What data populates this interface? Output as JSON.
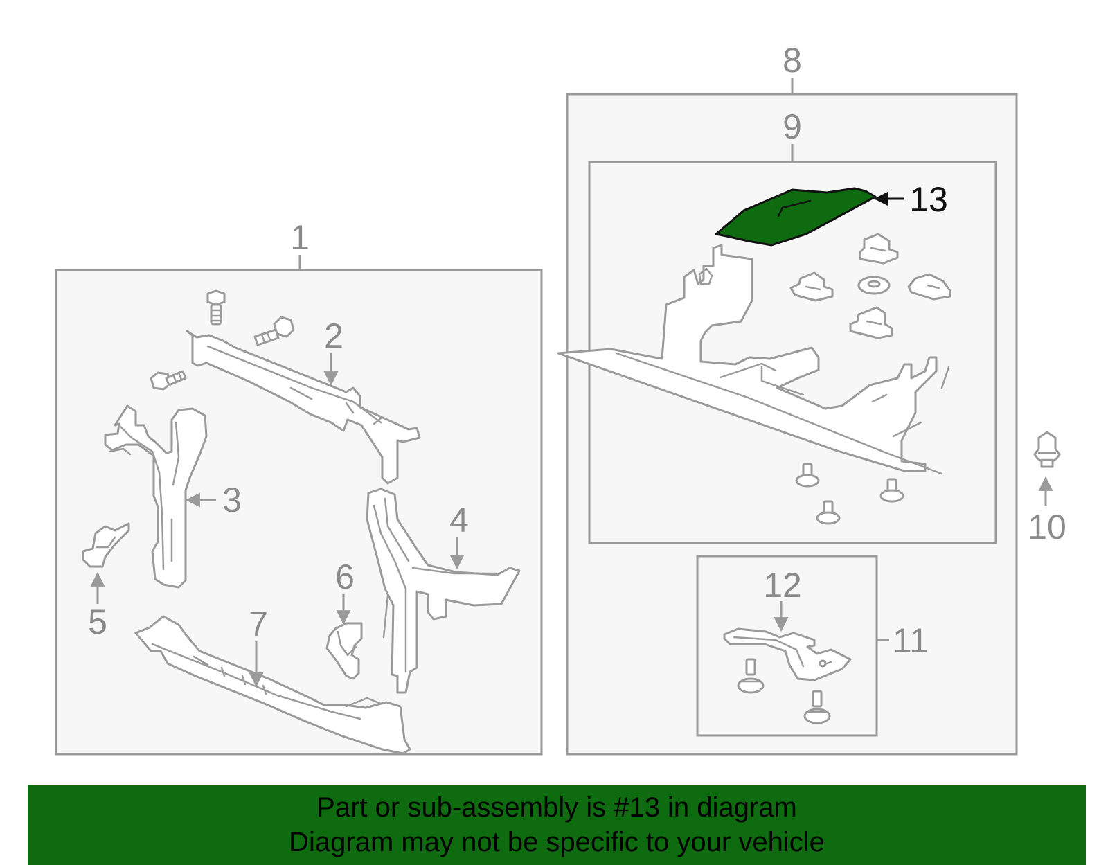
{
  "callouts": {
    "c1": "1",
    "c2": "2",
    "c3": "3",
    "c4": "4",
    "c5": "5",
    "c6": "6",
    "c7": "7",
    "c8": "8",
    "c9": "9",
    "c10": "10",
    "c11": "11",
    "c12": "12",
    "c13": "13"
  },
  "highlight": {
    "part_number": "13",
    "fill_color": "#0f6b0f"
  },
  "banner": {
    "line1": "Part or sub-assembly is #13 in diagram",
    "line2": "Diagram may not be specific to your vehicle",
    "background": "#0f6b0f"
  }
}
